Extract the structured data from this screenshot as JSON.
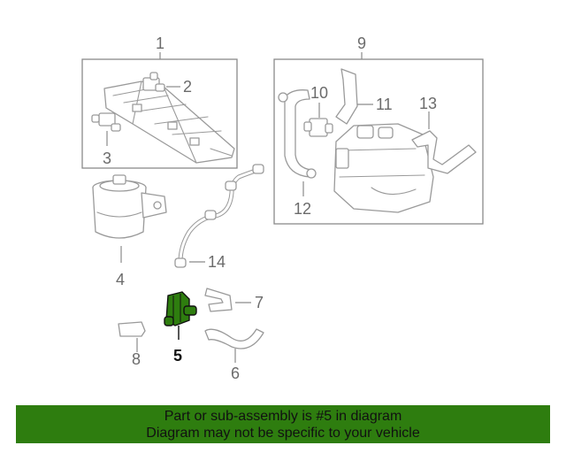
{
  "callouts": {
    "c1": "1",
    "c2": "2",
    "c3": "3",
    "c4": "4",
    "c5": "5",
    "c6": "6",
    "c7": "7",
    "c8": "8",
    "c9": "9",
    "c10": "10",
    "c11": "11",
    "c12": "12",
    "c13": "13",
    "c14": "14"
  },
  "highlight": {
    "part_number": "5",
    "color": "#2e7d0f"
  },
  "footer": {
    "line1": "Part or sub-assembly is #5 in diagram",
    "line2": "Diagram may not be specific to your vehicle",
    "background": "#2e7d0f"
  }
}
